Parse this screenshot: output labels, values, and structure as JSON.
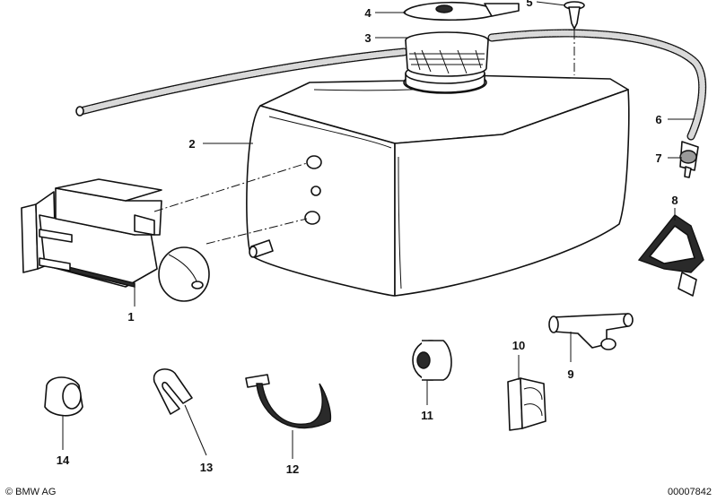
{
  "diagram": {
    "callouts": [
      "1",
      "2",
      "3",
      "4",
      "5",
      "6",
      "7",
      "8",
      "9",
      "10",
      "11",
      "12",
      "13",
      "14"
    ],
    "copyright": "© BMW AG",
    "drawing_number": "00007842"
  }
}
